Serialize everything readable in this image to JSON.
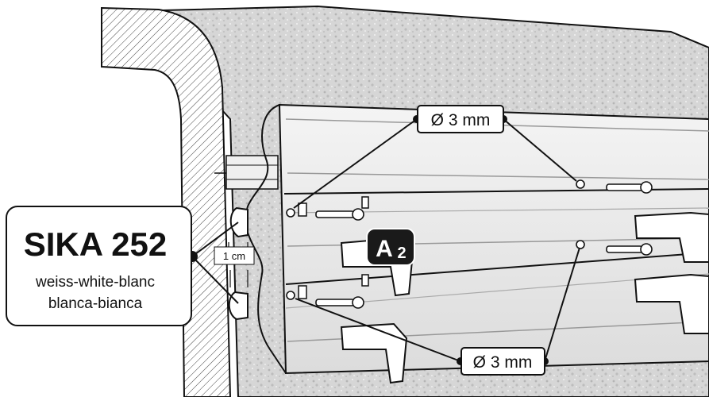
{
  "callouts": {
    "product_name": "SIKA 252",
    "colors_line1": "weiss-white-blanc",
    "colors_line2": "blanca-bianca",
    "gap": "1 cm",
    "drill_top": "Ø 3 mm",
    "drill_bottom": "Ø 3 mm",
    "step_badge_letter": "A",
    "step_badge_number": "2"
  },
  "colors": {
    "ink": "#111111",
    "profile_light": "#f1f1f1",
    "profile_shade": "#d9d9d9",
    "wall_texture": "#c9c9c9",
    "badge": "#1a1a1a"
  },
  "icons": [
    "drill-icon",
    "screw-icon",
    "clip-icon"
  ]
}
